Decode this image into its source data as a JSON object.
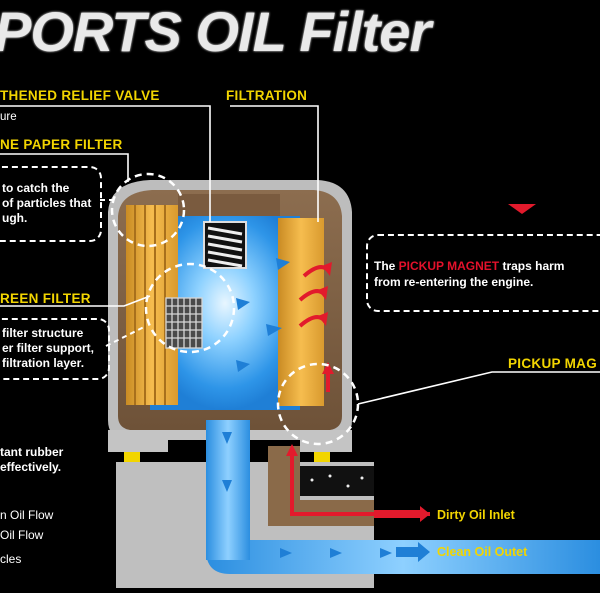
{
  "title": "PORTS OIL Filter",
  "labels": {
    "relief_valve": "THENED RELIEF VALVE",
    "filtration": "FILTRATION",
    "paper_filter": "NE PAPER FILTER",
    "screen_filter": "REEN FILTER",
    "pickup_magnet": "PICKUP MAG"
  },
  "relief_note": "ure",
  "paper_note": [
    "to catch the",
    "of particles that",
    "ugh."
  ],
  "screen_note": [
    "filter structure",
    "er filter support,",
    "filtration layer."
  ],
  "rubber_note": [
    "tant rubber",
    "effectively."
  ],
  "magnet_callout": {
    "prefix": "The ",
    "highlight": "PICKUP MAGNET",
    "suffix": " traps harm",
    "line2": "from re-entering the engine."
  },
  "legend": [
    "n Oil Flow",
    "Oil Flow",
    "cles"
  ],
  "flows": {
    "dirty": "Dirty Oil Inlet",
    "clean": "Clean Oil Outet"
  },
  "colors": {
    "label_yellow": "#f2d500",
    "highlight_red": "#e4112b",
    "clean_blue": "#3da0ef",
    "dirty_red": "#e21a2c",
    "filter_orange": "#f0b240",
    "housing_brown": "#8c6d4f",
    "housing_gray": "#cfcfcf"
  }
}
